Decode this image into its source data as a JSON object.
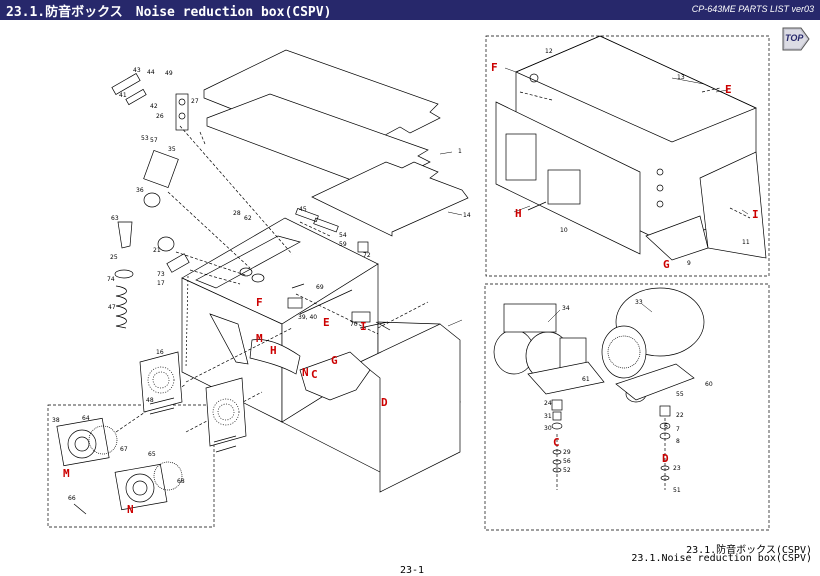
{
  "header": {
    "title": "23.1.防音ボックス　Noise reduction box(CSPV)",
    "doc_id": "CP-643ME PARTS LIST ver03"
  },
  "nav": {
    "top_label": "TOP"
  },
  "footer": {
    "title_jp": "23.1.防音ボックス(CSPV)",
    "title_en": "23.1.Noise reduction box(CSPV)",
    "page_number": "23-1"
  },
  "colors": {
    "header_bg": "#27286b",
    "header_text": "#ffffff",
    "location_letter": "#cc0000",
    "line": "#000000"
  },
  "location_letters": [
    "F",
    "E",
    "H",
    "G",
    "I",
    "M",
    "N",
    "C",
    "D"
  ],
  "part_labels": [
    "1",
    "6",
    "7",
    "8",
    "10",
    "11",
    "12",
    "13",
    "14",
    "16",
    "17",
    "21",
    "22",
    "23",
    "24",
    "25",
    "26",
    "27",
    "28",
    "29",
    "30",
    "31",
    "33",
    "34",
    "35",
    "36",
    "38",
    "39, 40",
    "41",
    "42",
    "43",
    "44",
    "45",
    "47",
    "48",
    "49",
    "51",
    "52",
    "53",
    "54",
    "55",
    "56",
    "57",
    "59",
    "60",
    "61",
    "62",
    "63",
    "64",
    "65",
    "66",
    "67",
    "68",
    "69",
    "70",
    "72",
    "73",
    "74",
    "9"
  ]
}
